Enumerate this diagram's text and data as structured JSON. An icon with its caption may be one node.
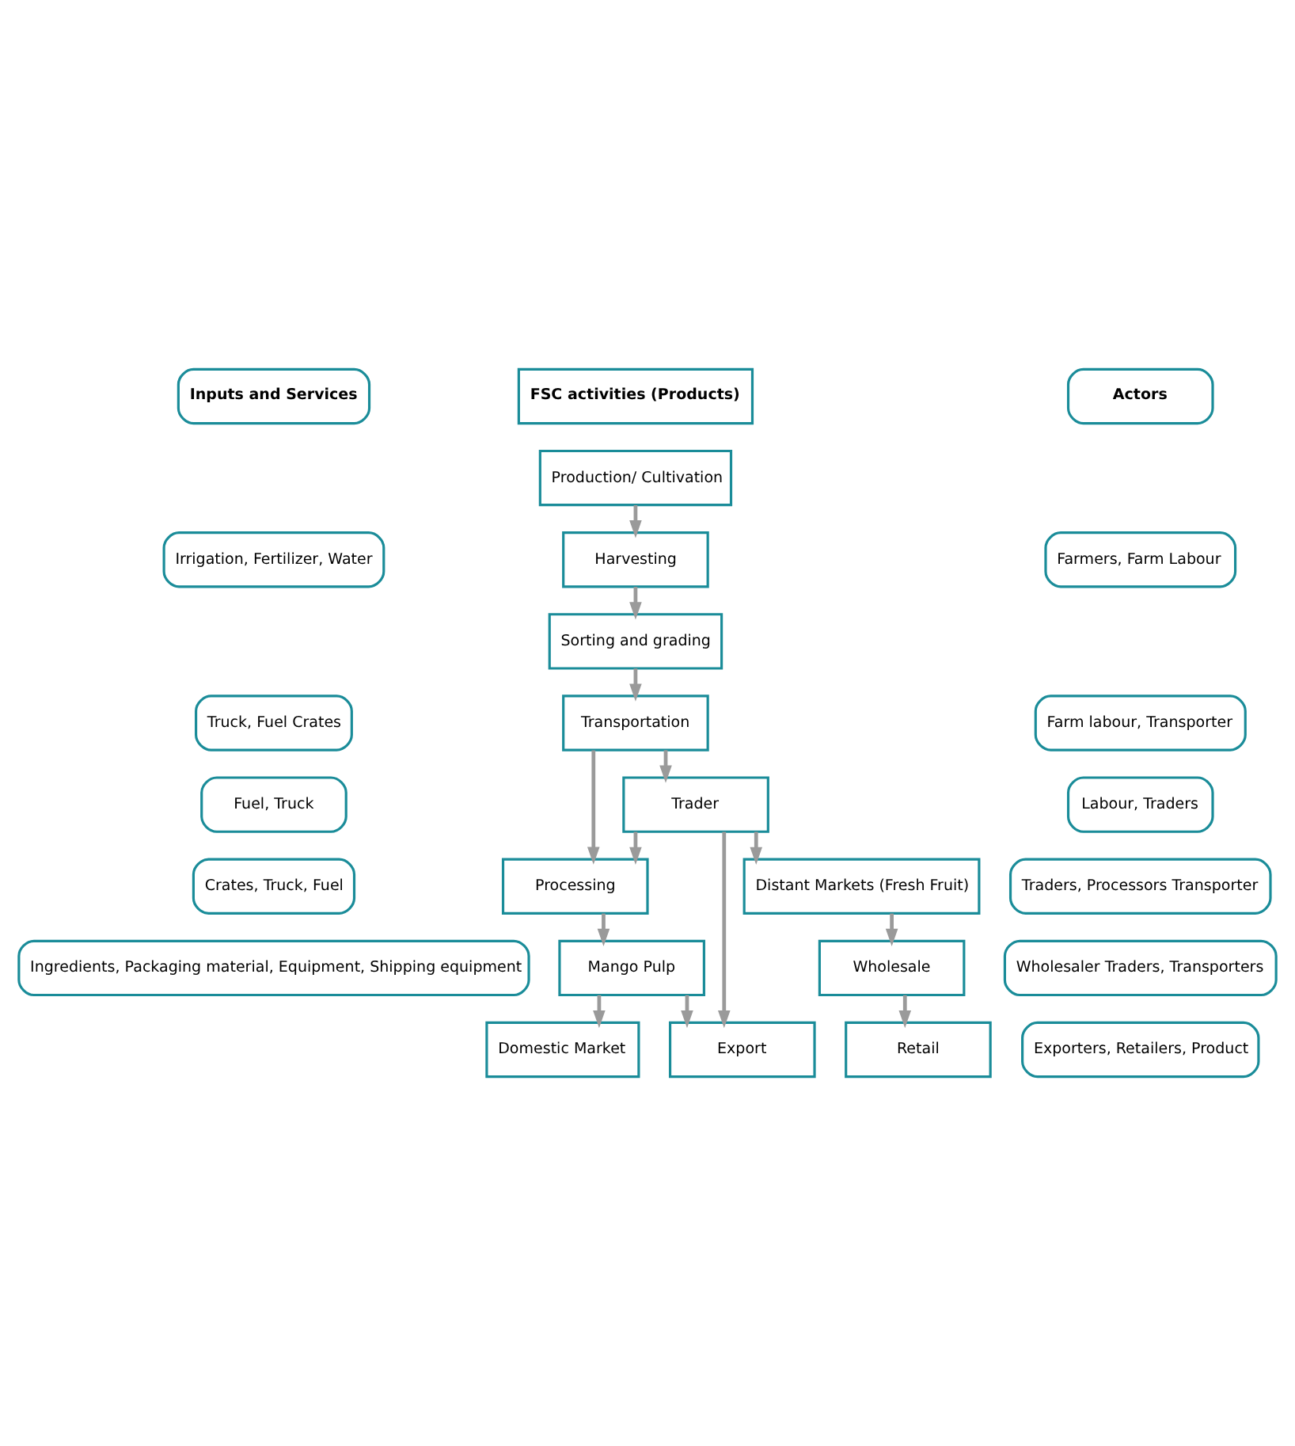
{
  "diagram": {
    "nodes": [
      {
        "text": [
          "Inputs and Services"
        ]
      },
      {
        "text": [
          "FSC activities (Products)"
        ]
      },
      {
        "text": [
          "Actors"
        ]
      },
      {
        "text": [
          "Irrigation, Fertilizer, Water"
        ]
      },
      {
        "text": [
          "Production/ Cultivation"
        ]
      },
      {
        "text": [
          "Harvesting"
        ]
      },
      {
        "text": [
          "Sorting and grading"
        ]
      },
      {
        "text": [
          "Farmers, Farm Labour"
        ]
      },
      {
        "text": [
          "Truck, Fuel Crates"
        ]
      },
      {
        "text": [
          "Transportation"
        ]
      },
      {
        "text": [
          "Farm labour, Transporter"
        ]
      },
      {
        "text": [
          "Fuel, Truck"
        ]
      },
      {
        "text": [
          "Trader"
        ]
      },
      {
        "text": [
          "Labour, Traders"
        ]
      },
      {
        "text": [
          "Crates, Truck, Fuel"
        ]
      },
      {
        "text": [
          "Processing"
        ]
      },
      {
        "text": [
          "Distant Markets (Fresh Fruit)"
        ]
      },
      {
        "text": [
          "Traders, Processors Transporter"
        ]
      },
      {
        "text": [
          "Ingredients, Packaging material, Equipment, Shipping equipment"
        ]
      },
      {
        "text": [
          "Mango Pulp"
        ]
      },
      {
        "text": [
          "Wholesale"
        ]
      },
      {
        "text": [
          "Wholesaler Traders, Transporters"
        ]
      },
      {
        "text": [
          "Domestic Market"
        ]
      },
      {
        "text": [
          "Export"
        ]
      },
      {
        "text": [
          "Retail"
        ]
      },
      {
        "text": [
          "Exporters, Retailers, Product"
        ]
      }
    ],
    "edges": [
      {
        "from": 4,
        "to": 5,
        "arrow": "to"
      },
      {
        "from": 5,
        "to": 6,
        "arrow": "to"
      },
      {
        "from": 6,
        "to": 9,
        "arrow": "to"
      },
      {
        "from": 9,
        "to": 15,
        "arrow": "to"
      },
      {
        "from": 9,
        "to": 12,
        "arrow": "to"
      },
      {
        "from": 12,
        "to": 15,
        "arrow": "to"
      },
      {
        "from": 12,
        "to": 23,
        "arrow": "to"
      },
      {
        "from": 12,
        "to": 16,
        "arrow": "to"
      },
      {
        "from": 15,
        "to": 19,
        "arrow": "to"
      },
      {
        "from": 19,
        "to": 22,
        "arrow": "to"
      },
      {
        "from": 19,
        "to": 23,
        "arrow": "to"
      },
      {
        "from": 16,
        "to": 20,
        "arrow": "to"
      },
      {
        "from": 20,
        "to": 24,
        "arrow": "to"
      }
    ]
  }
}
